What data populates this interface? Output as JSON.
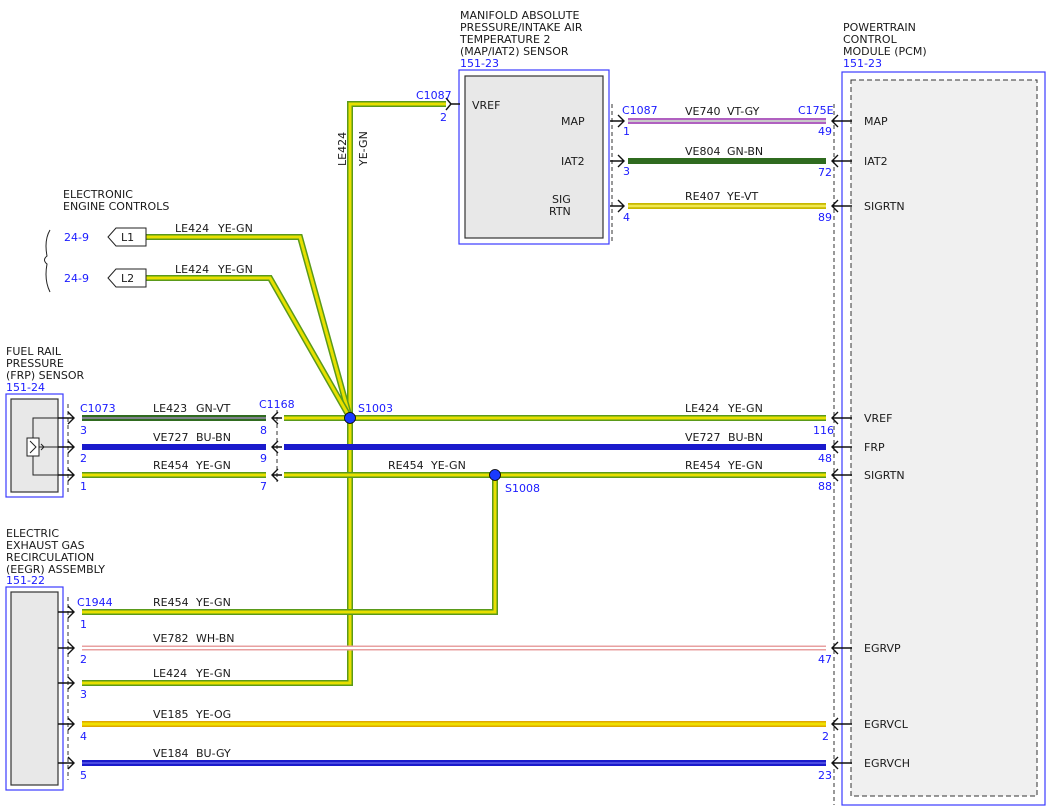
{
  "components": {
    "map_sensor": {
      "title": [
        "MANIFOLD ABSOLUTE",
        "PRESSURE/INTAKE AIR",
        "TEMPERATURE 2",
        "(MAP/IAT2) SENSOR"
      ],
      "ref": "151-23"
    },
    "pcm": {
      "title": [
        "POWERTRAIN",
        "CONTROL",
        "MODULE (PCM)"
      ],
      "ref": "151-23"
    },
    "eec": {
      "title": [
        "ELECTRONIC",
        "ENGINE CONTROLS"
      ]
    },
    "frp": {
      "title": [
        "FUEL RAIL",
        "PRESSURE",
        "(FRP) SENSOR"
      ],
      "ref": "151-24"
    },
    "eegr": {
      "title": [
        "ELECTRIC",
        "EXHAUST GAS",
        "RECIRCULATION",
        "(EEGR) ASSEMBLY"
      ],
      "ref": "151-22"
    }
  },
  "connectors": {
    "c1087_vref": "C1087",
    "c1087_map": "C1087",
    "c175e": "C175E",
    "c1073": "C1073",
    "c1168": "C1168",
    "c1944": "C1944"
  },
  "map_pins": {
    "vref": "VREF",
    "map": "MAP",
    "iat2": "IAT2",
    "sig1": "SIG",
    "sig2": "RTN"
  },
  "pcm_pins": [
    "MAP",
    "IAT2",
    "SIGRTN",
    "VREF",
    "FRP",
    "SIGRTN",
    "EGRVP",
    "EGRVCL",
    "EGRVCH"
  ],
  "eec_refs": [
    {
      "ref": "24-9",
      "tag": "L1",
      "circuit": "LE424",
      "color": "YE-GN"
    },
    {
      "ref": "24-9",
      "tag": "L2",
      "circuit": "LE424",
      "color": "YE-GN"
    }
  ],
  "vertical_wire": {
    "circuit": "LE424",
    "color": "YE-GN"
  },
  "splices": {
    "s1003": "S1003",
    "s1008": "S1008"
  },
  "pin_numbers": {
    "map_vref": "2",
    "map_map": "1",
    "map_iat2": "3",
    "map_sig": "4",
    "pcm_map": "49",
    "pcm_iat2": "72",
    "pcm_sigrtn1": "89",
    "pcm_vref": "116",
    "pcm_frp": "48",
    "pcm_sigrtn2": "88",
    "pcm_egrvp": "47",
    "pcm_egrvcl": "2",
    "pcm_egrvch": "23",
    "frp_1": "3",
    "frp_2": "2",
    "frp_3": "1",
    "c1168_1": "8",
    "c1168_2": "9",
    "c1168_3": "7",
    "eegr_1": "1",
    "eegr_2": "2",
    "eegr_3": "3",
    "eegr_4": "4",
    "eegr_5": "5"
  },
  "wires": {
    "map_to_pcm_map": {
      "circuit": "VE740",
      "color": "VT-GY"
    },
    "map_to_pcm_iat2": {
      "circuit": "VE804",
      "color": "GN-BN"
    },
    "map_to_pcm_sig": {
      "circuit": "RE407",
      "color": "YE-VT"
    },
    "frp_vref": {
      "circuit": "LE423",
      "color": "GN-VT"
    },
    "frp_sig": {
      "circuit": "VE727",
      "color": "BU-BN"
    },
    "frp_rtn": {
      "circuit": "RE454",
      "color": "YE-GN"
    },
    "mid_rtn": {
      "circuit": "RE454",
      "color": "YE-GN"
    },
    "pcm_vref": {
      "circuit": "LE424",
      "color": "YE-GN"
    },
    "pcm_frp": {
      "circuit": "VE727",
      "color": "BU-BN"
    },
    "pcm_rtn": {
      "circuit": "RE454",
      "color": "YE-GN"
    },
    "eegr_1": {
      "circuit": "RE454",
      "color": "YE-GN"
    },
    "eegr_2": {
      "circuit": "VE782",
      "color": "WH-BN"
    },
    "eegr_3": {
      "circuit": "LE424",
      "color": "YE-GN"
    },
    "eegr_4": {
      "circuit": "VE185",
      "color": "YE-OG"
    },
    "eegr_5": {
      "circuit": "VE184",
      "color": "BU-GY"
    }
  },
  "colors": {
    "yellow": "#e8e000",
    "green_stripe": "#5a9a1a",
    "dark_green": "#2f6b1f",
    "blue": "#1a1acc",
    "violet": "#b060c0",
    "white_brown": "#f4c4c4",
    "yellow_orange": "#e8d000",
    "label_blue": "#1a1aff",
    "splice": "#1a3aff"
  }
}
